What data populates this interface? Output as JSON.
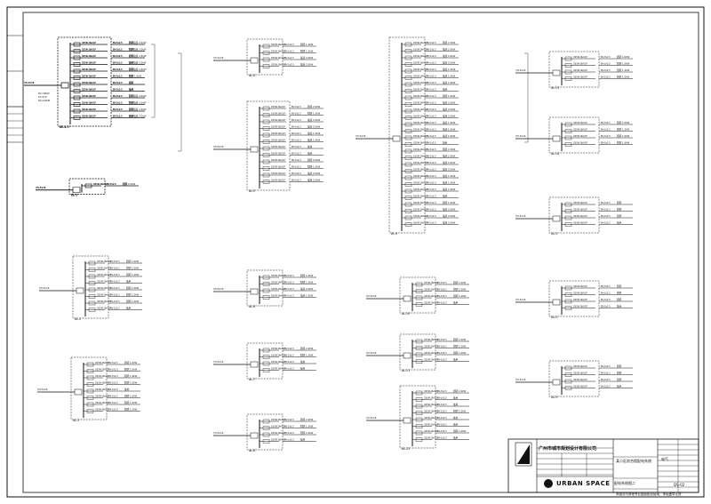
{
  "title_block": {
    "firm_name": "广州市城市规划设计有限公司",
    "project_name": "某小区综合楼配电系统",
    "drawing_title": "配电系统图二",
    "brand": "URBAN SPACE",
    "drawing_number": "DS-02",
    "discipline": "电气",
    "note": "本图须与其他专业图纸配合使用，未经盖章无效"
  },
  "panels": [
    {
      "label": "AP-1/2F",
      "circuits": [
        "照明插座 2.2kW",
        "照明插座 2.0kW",
        "照明插座 1.5kW",
        "照明插座 2.0kW",
        "照明插座 1.2kW",
        "照明 1.0kW",
        "备用",
        "备用"
      ],
      "spec": "Pe=30kW Kx=0.8 cos=0.85 Pjs=24kW Ijs=43A"
    },
    {
      "label": "AL-1",
      "circuits": [
        "照明 2.0kW",
        "照明 1.5kW",
        "照明 1.5kW",
        "照明 1.2kW",
        "备用"
      ]
    },
    {
      "label": "AL-2",
      "circuits": [
        "照明 1.0kW",
        "照明 1.5kW",
        "照明 1.2kW",
        "备用"
      ]
    },
    {
      "label": "AL-3",
      "circuits": [
        "照明 1.0kW",
        "照明 1.5kW",
        "照明 1.2kW",
        "照明 1.0kW",
        "备用"
      ]
    },
    {
      "label": "AL-4",
      "circuits": [
        "照明 1.2kW",
        "照明 1.5kW",
        "插座 2.0kW",
        "插座 2.0kW",
        "插座 2.0kW",
        "插座 1.5kW",
        "备用",
        "备用"
      ]
    },
    {
      "label": "AL-5",
      "circuits": [
        "照明 2.0kW",
        "照明 1.5kW",
        "插座 2.0kW",
        "插座 2.0kW",
        "插座 1.5kW",
        "插座 1.0kW",
        "备用",
        "备用"
      ]
    },
    {
      "label": "AL-6",
      "circuits": [
        "照明 1.0kW",
        "照明 1.5kW",
        "插座 2.0kW",
        "插座 1.5kW",
        "备用",
        "备用"
      ]
    },
    {
      "label": "AL-7",
      "circuits": [
        "照明 1.0kW",
        "照明 1.2kW",
        "备用",
        "备用"
      ]
    },
    {
      "label": "AL-8",
      "circuits": [
        "照明 1.0kW",
        "照明 1.2kW",
        "照明 1.0kW",
        "备用",
        "备用"
      ]
    },
    {
      "label": "AL-9",
      "circuits": [
        "照明 1.5kW",
        "插座 2.0kW",
        "插座 2.0kW",
        "插座 2.0kW",
        "插座 1.5kW",
        "插座 1.0kW",
        "插座 1.0kW",
        "备用"
      ]
    },
    {
      "label": "AL-10",
      "circuits": [
        "照明 1.0kW",
        "照明 1.5kW",
        "照明 1.2kW",
        "备用",
        "备用"
      ]
    },
    {
      "label": "AL-11",
      "circuits": [
        "照明 1.0kW",
        "照明 1.2kW",
        "照明 1.0kW",
        "备用"
      ]
    },
    {
      "label": "AL-12",
      "circuits": [
        "照明 1.0kW",
        "备用",
        "备用"
      ]
    },
    {
      "label": "AL-13",
      "circuits": [
        "照明 1.0kW",
        "照明 1.5kW",
        "照明 1.2kW",
        "照明 1.0kW",
        "备用",
        "备用"
      ]
    },
    {
      "label": "AL-14",
      "circuits": [
        "照明 1.0kW",
        "照明 1.2kW",
        "照明 1.0kW",
        "照明 1.0kW",
        "照明 1.5kW",
        "备用",
        "备用"
      ]
    },
    {
      "label": "DL-1",
      "circuits": [
        "照明",
        "照明",
        "照明",
        "备用"
      ]
    },
    {
      "label": "DL-2",
      "circuits": [
        "照明",
        "照明",
        "照明",
        "备用"
      ]
    },
    {
      "label": "DL-3",
      "circuits": [
        "照明",
        "照明",
        "照明",
        "备用"
      ]
    },
    {
      "label": "DL-4",
      "circuits": [
        "照明",
        "照明",
        "照明",
        "备用"
      ]
    },
    {
      "label": "DL-5",
      "circuits": [
        "照明",
        "照明",
        "备用"
      ]
    }
  ]
}
